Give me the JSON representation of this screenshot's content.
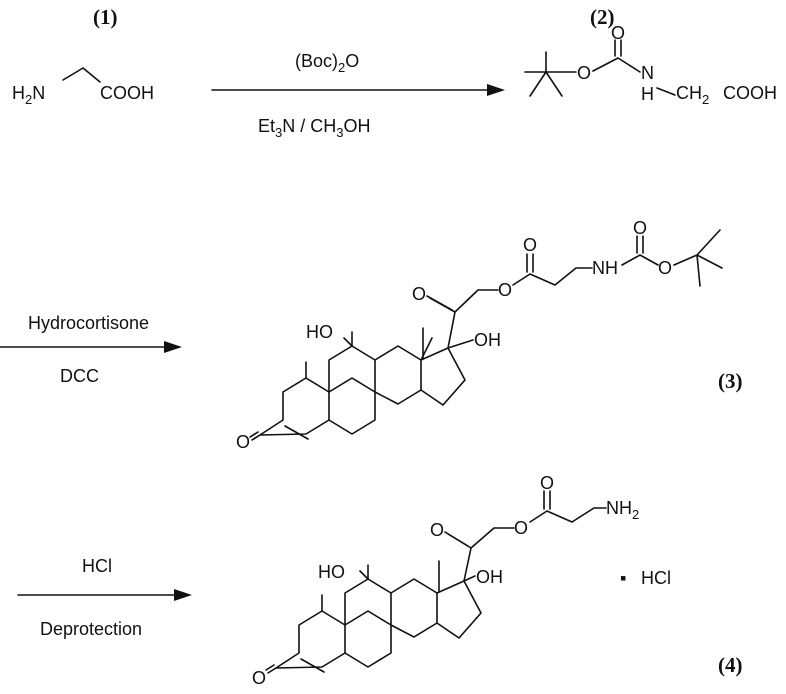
{
  "compounds": {
    "c1": {
      "number": "(1)",
      "amine": "H",
      "amine_sub": "2",
      "amine_n": "N",
      "acid": "COOH"
    },
    "c2": {
      "number": "(2)",
      "o_carbonyl": "O",
      "o_ester": "O",
      "n": "N",
      "h": "H",
      "ch2": "CH",
      "ch2_sub": "2",
      "acid": "COOH"
    },
    "c3": {
      "number": "(3)",
      "ho": "HO",
      "oh": "OH",
      "o_ketone_side": "O",
      "o_ester_c": "O",
      "o_ester": "O",
      "nh": "NH",
      "o_boc_c": "O",
      "o_boc": "O",
      "o_ring": "O"
    },
    "c4": {
      "number": "(4)",
      "ho": "HO",
      "oh": "OH",
      "o_ketone_side": "O",
      "o_ester_c": "O",
      "o_ester": "O",
      "nh2": "NH",
      "nh2_sub": "2",
      "o_ring": "O",
      "salt_dot": "▪",
      "salt": "HCl"
    }
  },
  "steps": {
    "step1": {
      "reagent_top_pre": "(Boc)",
      "reagent_top_sub": "2",
      "reagent_top_post": "O",
      "reagent_bottom_a": "Et",
      "reagent_bottom_sub1": "3",
      "reagent_bottom_b": "N / CH",
      "reagent_bottom_sub2": "3",
      "reagent_bottom_c": "OH"
    },
    "step2": {
      "reagent_top": "Hydrocortisone",
      "reagent_bottom": "DCC"
    },
    "step3": {
      "reagent_top": "HCl",
      "reagent_bottom": "Deprotection"
    }
  }
}
